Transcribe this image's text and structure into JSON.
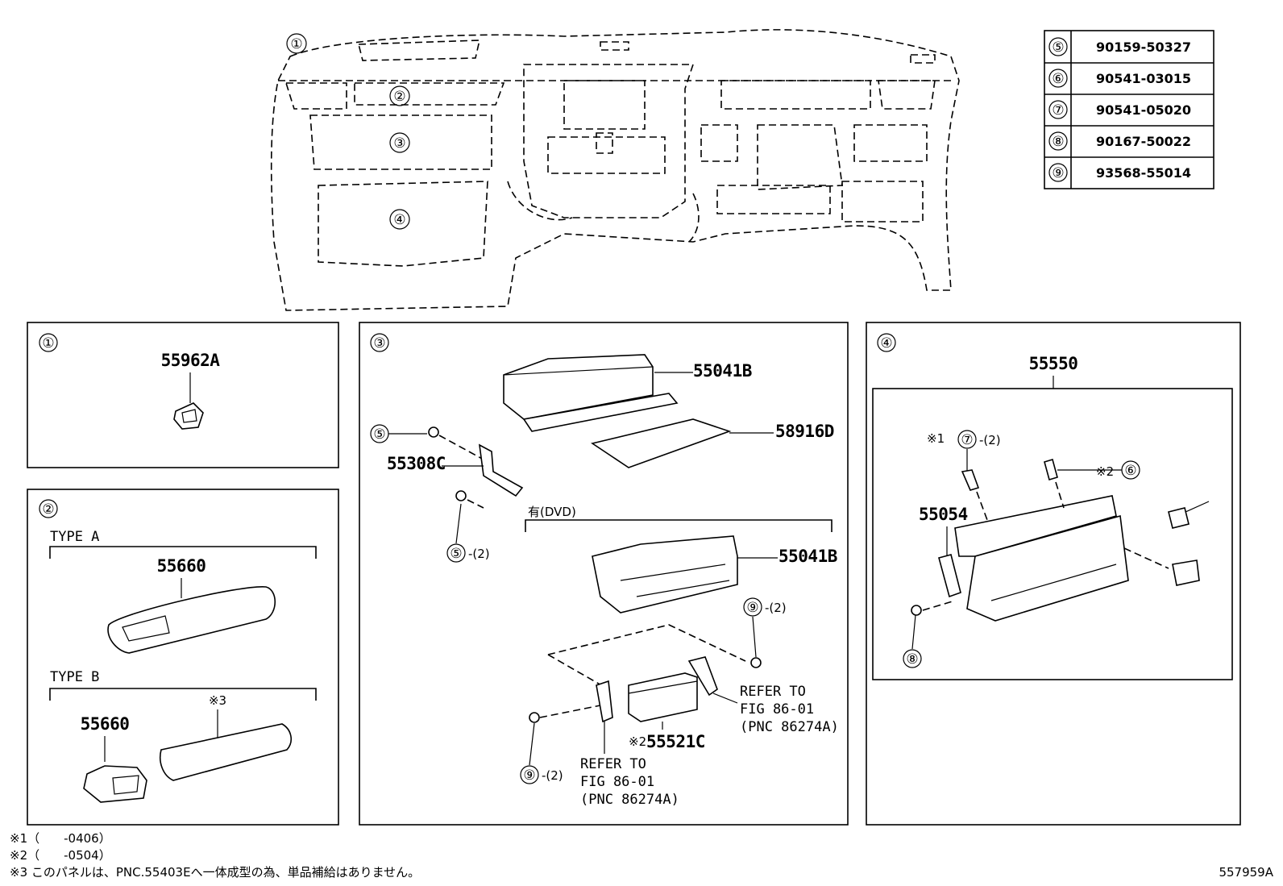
{
  "overview": {
    "callouts": [
      "①",
      "②",
      "③",
      "④"
    ]
  },
  "fastener_table": [
    {
      "ref": "⑤",
      "part": "90159-50327"
    },
    {
      "ref": "⑥",
      "part": "90541-03015"
    },
    {
      "ref": "⑦",
      "part": "90541-05020"
    },
    {
      "ref": "⑧",
      "part": "90167-50022"
    },
    {
      "ref": "⑨",
      "part": "93568-55014"
    }
  ],
  "panel1": {
    "marker": "①",
    "part": "55962A"
  },
  "panel2": {
    "marker": "②",
    "type_a": "TYPE A",
    "type_a_part": "55660",
    "type_b": "TYPE B",
    "type_b_part": "55660",
    "note_ref": "※3"
  },
  "panel3": {
    "marker": "③",
    "part_box": "55041B",
    "part_mat": "58916D",
    "part_bracket": "55308C",
    "ref5": "⑤",
    "ref5q": "⑤",
    "qty2": "-(2)",
    "dvd_label": "有(DVD)",
    "part_box_dvd": "55041B",
    "ref9a": "⑨",
    "ref9b": "⑨",
    "part_pocket_note": "※2",
    "part_pocket": "55521C",
    "refer1": [
      "REFER TO",
      "FIG 86-01",
      "(PNC 86274A)"
    ],
    "refer2": [
      "REFER TO",
      "FIG 86-01",
      "(PNC 86274A)"
    ]
  },
  "panel4": {
    "marker": "④",
    "part_glovebox": "55550",
    "part_damper": "55054",
    "note1": "※1",
    "ref7": "⑦",
    "note2": "※2",
    "ref6": "⑥",
    "ref8": "⑧",
    "qty2": "-(2)"
  },
  "footnotes": [
    "※1（　　-0406）",
    "※2（　　-0504）",
    "※3 このパネルは、PNC.55403Eへ一体成型の為、単品補給はありません。"
  ],
  "figure_id": "557959A"
}
